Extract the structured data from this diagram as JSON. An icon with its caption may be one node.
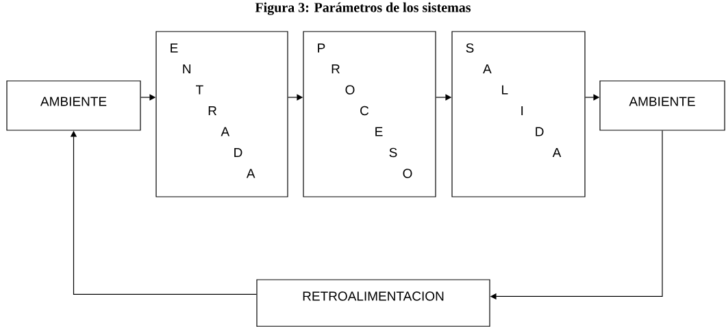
{
  "diagram": {
    "title": "Figura 3: Parámetros de los sistemas",
    "nodes": [
      {
        "text": [
          "AMBIENTE"
        ]
      },
      {
        "text": [
          "E",
          "N",
          "T",
          "R",
          "A",
          "D",
          "A"
        ]
      },
      {
        "text": [
          "P",
          "R",
          "O",
          "C",
          "E",
          "S",
          "O"
        ]
      },
      {
        "text": [
          "S",
          "A",
          "L",
          "I",
          "D",
          "A"
        ]
      },
      {
        "text": [
          "AMBIENTE"
        ]
      },
      {
        "text": [
          "RETROALIMENTACION"
        ]
      }
    ],
    "edges": [
      {
        "from": 0,
        "to": 1,
        "arrow": "to"
      },
      {
        "from": 1,
        "to": 2,
        "arrow": "to"
      },
      {
        "from": 2,
        "to": 3,
        "arrow": "to"
      },
      {
        "from": 3,
        "to": 4,
        "arrow": "to"
      },
      {
        "from": 4,
        "to": 5,
        "arrow": "to"
      },
      {
        "from": 5,
        "to": 0,
        "arrow": "to"
      }
    ]
  }
}
